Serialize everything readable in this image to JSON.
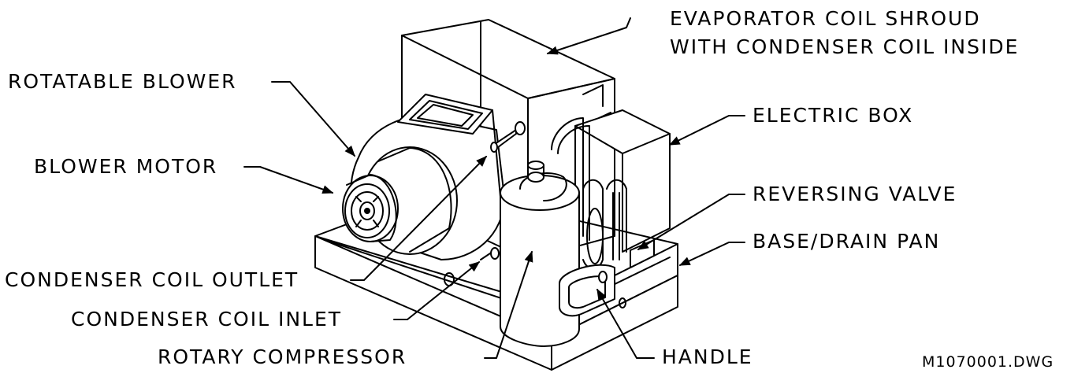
{
  "labels": {
    "shroud_line1": "EVAPORATOR COIL SHROUD",
    "shroud_line2": "WITH CONDENSER COIL INSIDE",
    "rotatable_blower": "ROTATABLE BLOWER",
    "electric_box": "ELECTRIC BOX",
    "blower_motor": "BLOWER MOTOR",
    "reversing_valve": "REVERSING VALVE",
    "base_drain_pan": "BASE/DRAIN PAN",
    "condenser_outlet": "CONDENSER COIL OUTLET",
    "condenser_inlet": "CONDENSER COIL INLET",
    "rotary_compressor": "ROTARY COMPRESSOR",
    "handle": "HANDLE",
    "drawing_id": "M1070001.DWG"
  },
  "colors": {
    "ink": "#000000",
    "paper": "#ffffff"
  }
}
